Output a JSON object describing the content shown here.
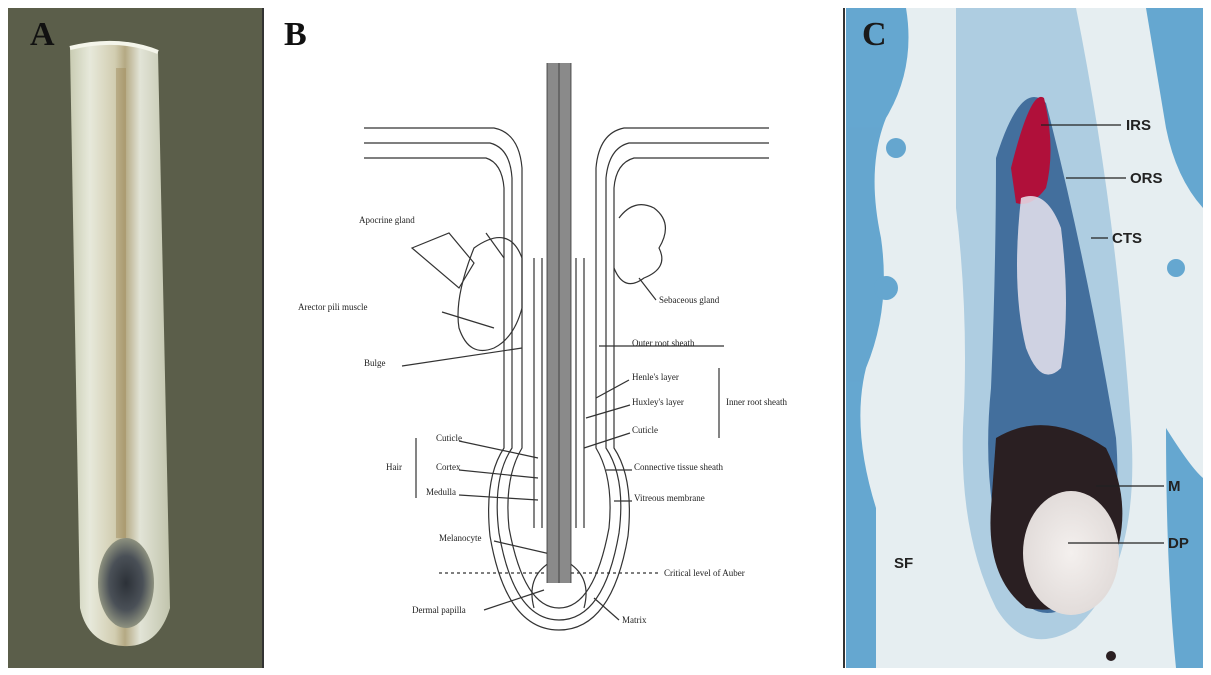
{
  "panels": {
    "a": {
      "letter": "A"
    },
    "b": {
      "letter": "B",
      "labels": {
        "apocrine_gland": "Apocrine gland",
        "arrector_pili": "Arector pili muscle",
        "bulge": "Bulge",
        "sebaceous_gland": "Sebaceous gland",
        "outer_root_sheath": "Outer root sheath",
        "henles_layer": "Henle's layer",
        "huxleys_layer": "Huxley's layer",
        "inner_root_sheath": "Inner root sheath",
        "cuticle_right": "Cuticle",
        "cuticle_left": "Cuticle",
        "cortex": "Cortex",
        "medulla": "Medulla",
        "hair": "Hair",
        "connective_tissue_sheath": "Connective tissue sheath",
        "vitreous_membrane": "Vitreous membrane",
        "melanocyte": "Melanocyte",
        "critical_level": "Critical level of Auber",
        "dermal_papilla": "Dermal papilla",
        "matrix": "Matrix"
      }
    },
    "c": {
      "letter": "C",
      "labels": {
        "irs": "IRS",
        "ors": "ORS",
        "cts": "CTS",
        "m": "M",
        "dp": "DP",
        "sf": "SF"
      }
    }
  },
  "colors": {
    "panel_a_bg": "#5b5e4a",
    "panel_c_bg": "#e6eef1",
    "stain_blue": "#3a8fc4",
    "stain_red": "#b0103a",
    "stain_dark": "#2a1f22"
  }
}
